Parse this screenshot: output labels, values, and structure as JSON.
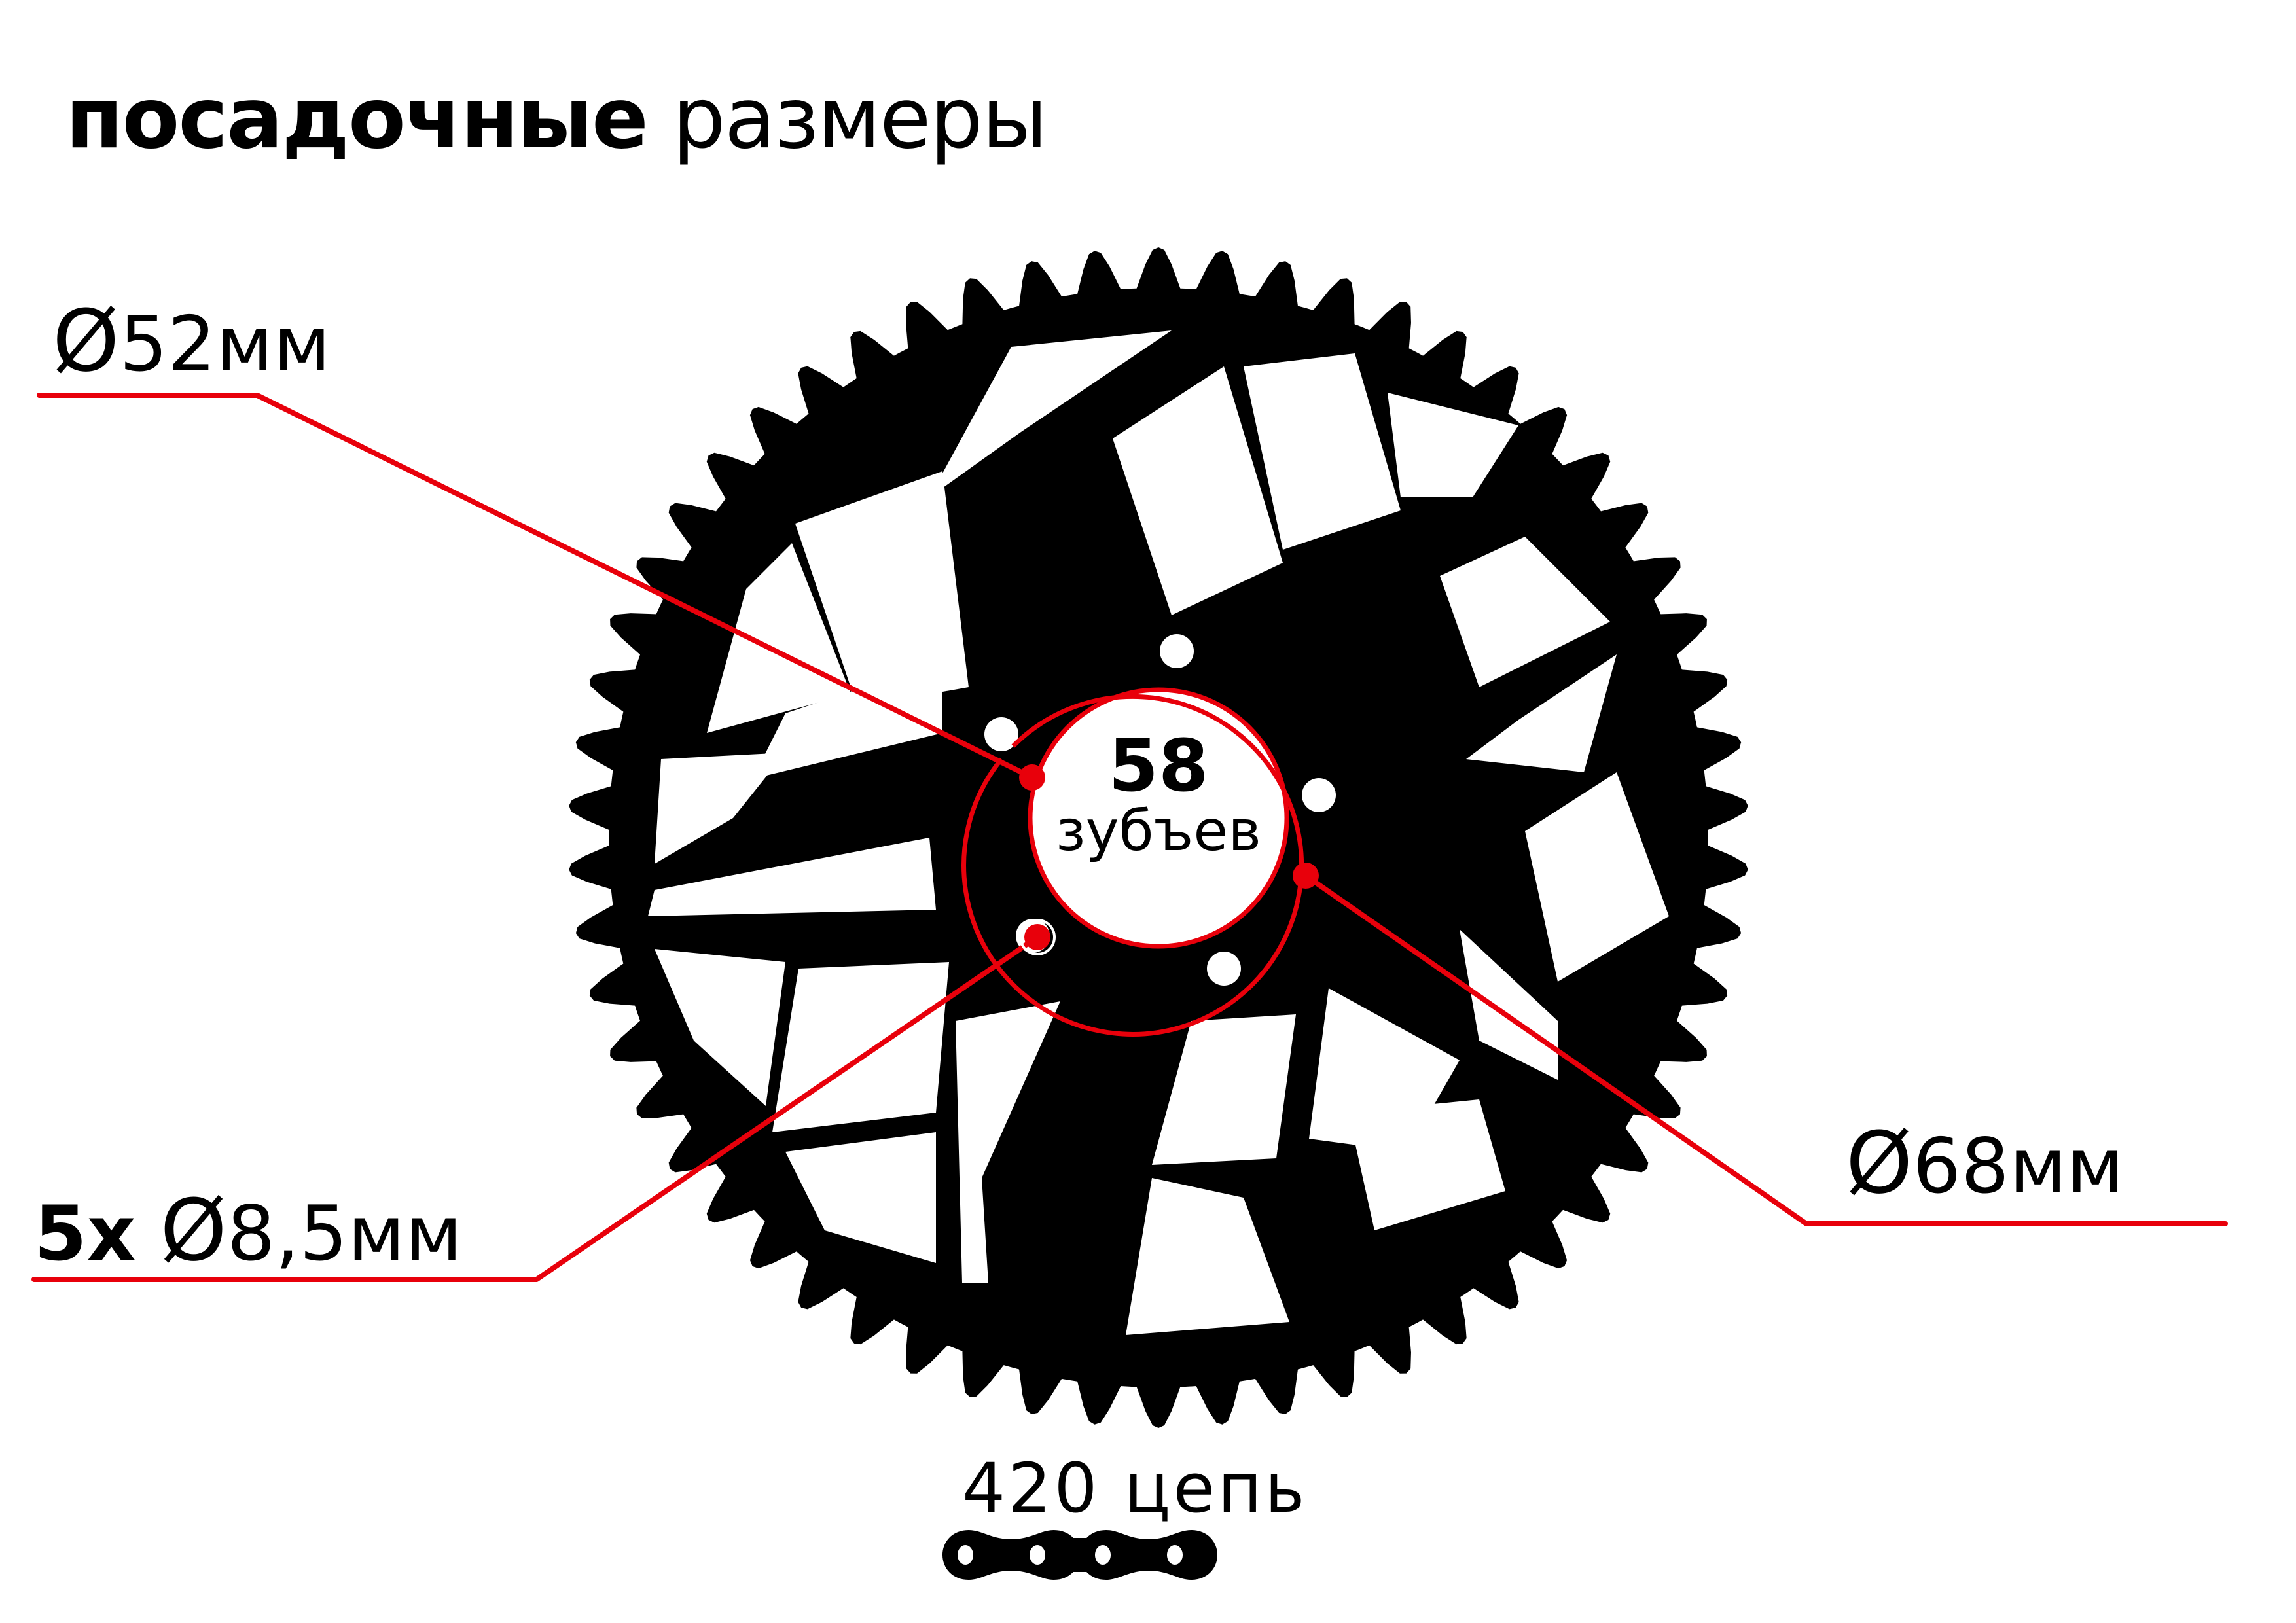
{
  "title": {
    "bold": "посадочные",
    "light": "размеры"
  },
  "sprocket": {
    "teeth_count": "58",
    "teeth_unit": "зубъев",
    "bolt_holes": 5,
    "color": "#000000"
  },
  "dimensions": {
    "center_bore": {
      "symbol": "Ø",
      "value": "52мм"
    },
    "bolt_circle": {
      "symbol": "Ø",
      "value": "68мм"
    },
    "bolt_holes": {
      "qty": "5x",
      "symbol": "Ø",
      "value": "8,5мм"
    }
  },
  "chain": {
    "label": "420 цепь",
    "icon": "chain-icon"
  },
  "colors": {
    "accent": "#e8000b",
    "ink": "#000000",
    "background": "#ffffff"
  }
}
